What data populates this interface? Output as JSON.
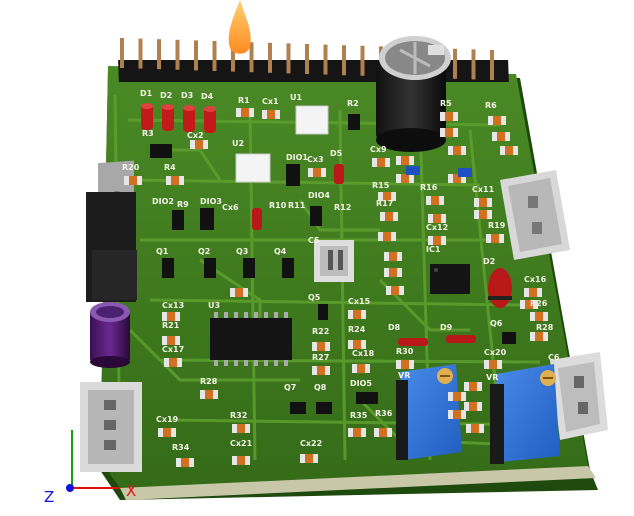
{
  "viewport": {
    "background": "#ffffff",
    "board_color": "#3f7a1f",
    "trace_color": "#5c9a2e",
    "silk_color": "#f2f2e6"
  },
  "labels": {
    "d1": "D1",
    "d2": "D2",
    "d3": "D3",
    "d4": "D4",
    "r1": "R1",
    "cx1": "Cx1",
    "u1": "U1",
    "r2": "R2",
    "r3": "R3",
    "cx2": "Cx2",
    "u2": "U2",
    "r4": "R4",
    "r20": "R20",
    "dio1": "DIO1",
    "cx3": "Cx3",
    "d5": "D5",
    "cx9": "Cx9",
    "dio4": "DIO4",
    "dio2": "DIO2",
    "r9": "R9",
    "dio3": "DIO3",
    "cx6": "Cx6",
    "r10": "R10",
    "r11": "R11",
    "r12": "R12",
    "q1": "Q1",
    "q2": "Q2",
    "q3": "Q3",
    "q4": "Q4",
    "c5": "C5",
    "r5": "R5",
    "r6": "R6",
    "r15": "R15",
    "r16": "R16",
    "r17": "R17",
    "cx11": "Cx11",
    "cx12": "Cx12",
    "ic1": "IC1",
    "d2b": "D2",
    "cx16": "Cx16",
    "r19": "R19",
    "r26": "R26",
    "cx13": "Cx13",
    "u3": "U3",
    "r21": "R21",
    "cx17": "Cx17",
    "q5": "Q5",
    "cx15": "Cx15",
    "r22": "R22",
    "r24": "R24",
    "d8": "D8",
    "d9": "D9",
    "q6": "Q6",
    "r28b": "R28",
    "r27": "R27",
    "cx18": "Cx18",
    "r30": "R30",
    "cx20": "Cx20",
    "c6": "C6",
    "r28": "R28",
    "q7": "Q7",
    "q8": "Q8",
    "dio5": "DIO5",
    "r35": "R35",
    "r36": "R36",
    "cx19": "Cx19",
    "r32": "R32",
    "r34": "R34",
    "cx21": "Cx21",
    "cx22": "Cx22",
    "vr1": "VR",
    "vr2": "VR"
  },
  "axes": {
    "z": "Z",
    "x": "X",
    "z_color": "#1010e0",
    "x_color": "#e01010",
    "y_color": "#10a010"
  }
}
